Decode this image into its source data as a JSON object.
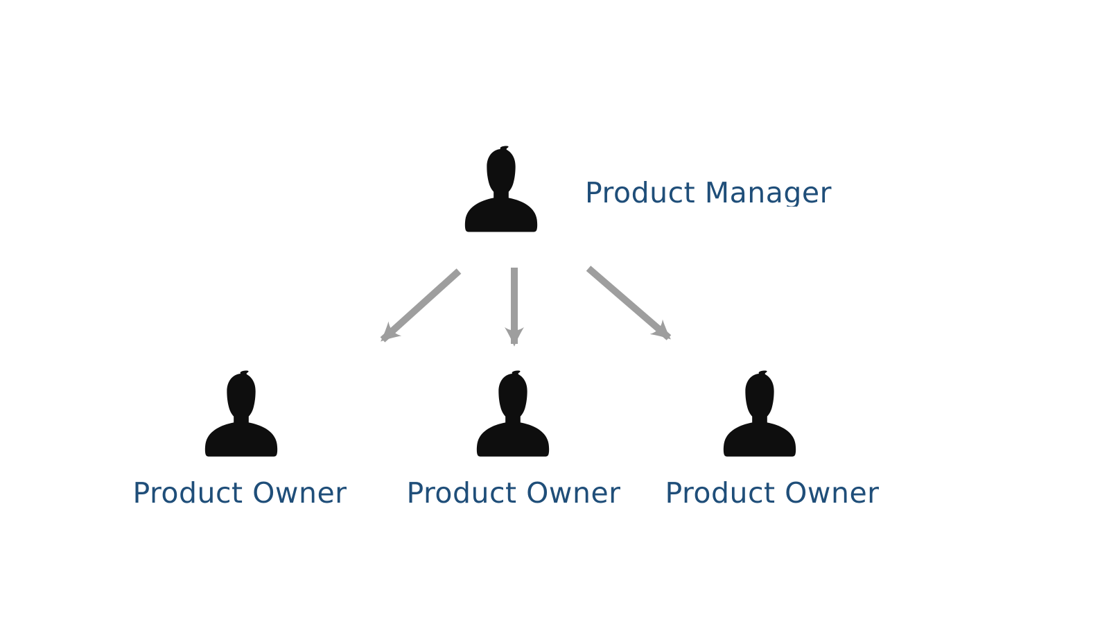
{
  "diagram": {
    "type": "org-hierarchy",
    "background_color": "#ffffff",
    "text_color": "#1F4E79",
    "icon_color": "#0E0E0E",
    "arrow_color": "#9E9E9E",
    "manager": {
      "label": "Product Manager"
    },
    "owners": [
      {
        "label": "Product Owner"
      },
      {
        "label": "Product Owner"
      },
      {
        "label": "Product Owner"
      }
    ]
  }
}
